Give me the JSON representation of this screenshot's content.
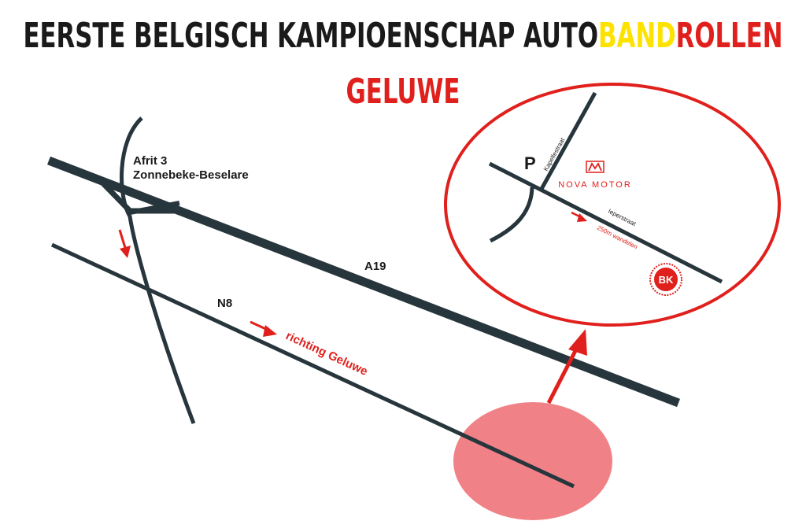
{
  "header": {
    "title_part1": "EERSTE BELGISCH KAMPIOENSCHAP ",
    "title_auto": "AUTO",
    "title_band": "BAND",
    "title_rollen": "ROLLEN",
    "subtitle": "GELUWE"
  },
  "labels": {
    "exit": "Afrit 3",
    "exit_name": "Zonnebeke-Beselare",
    "highway": "A19",
    "road": "N8",
    "direction": "richting Geluwe"
  },
  "inset": {
    "parking": "P",
    "street1": "Kapellestraat",
    "street2": "Ieperstraat",
    "walk": "250m wandelen",
    "brand": "NOVA MOTOR",
    "badge": "BK"
  },
  "colors": {
    "road": "#27353c",
    "accent_red": "#e0201c",
    "yellow": "#fde200",
    "highlight": "#f08287"
  }
}
